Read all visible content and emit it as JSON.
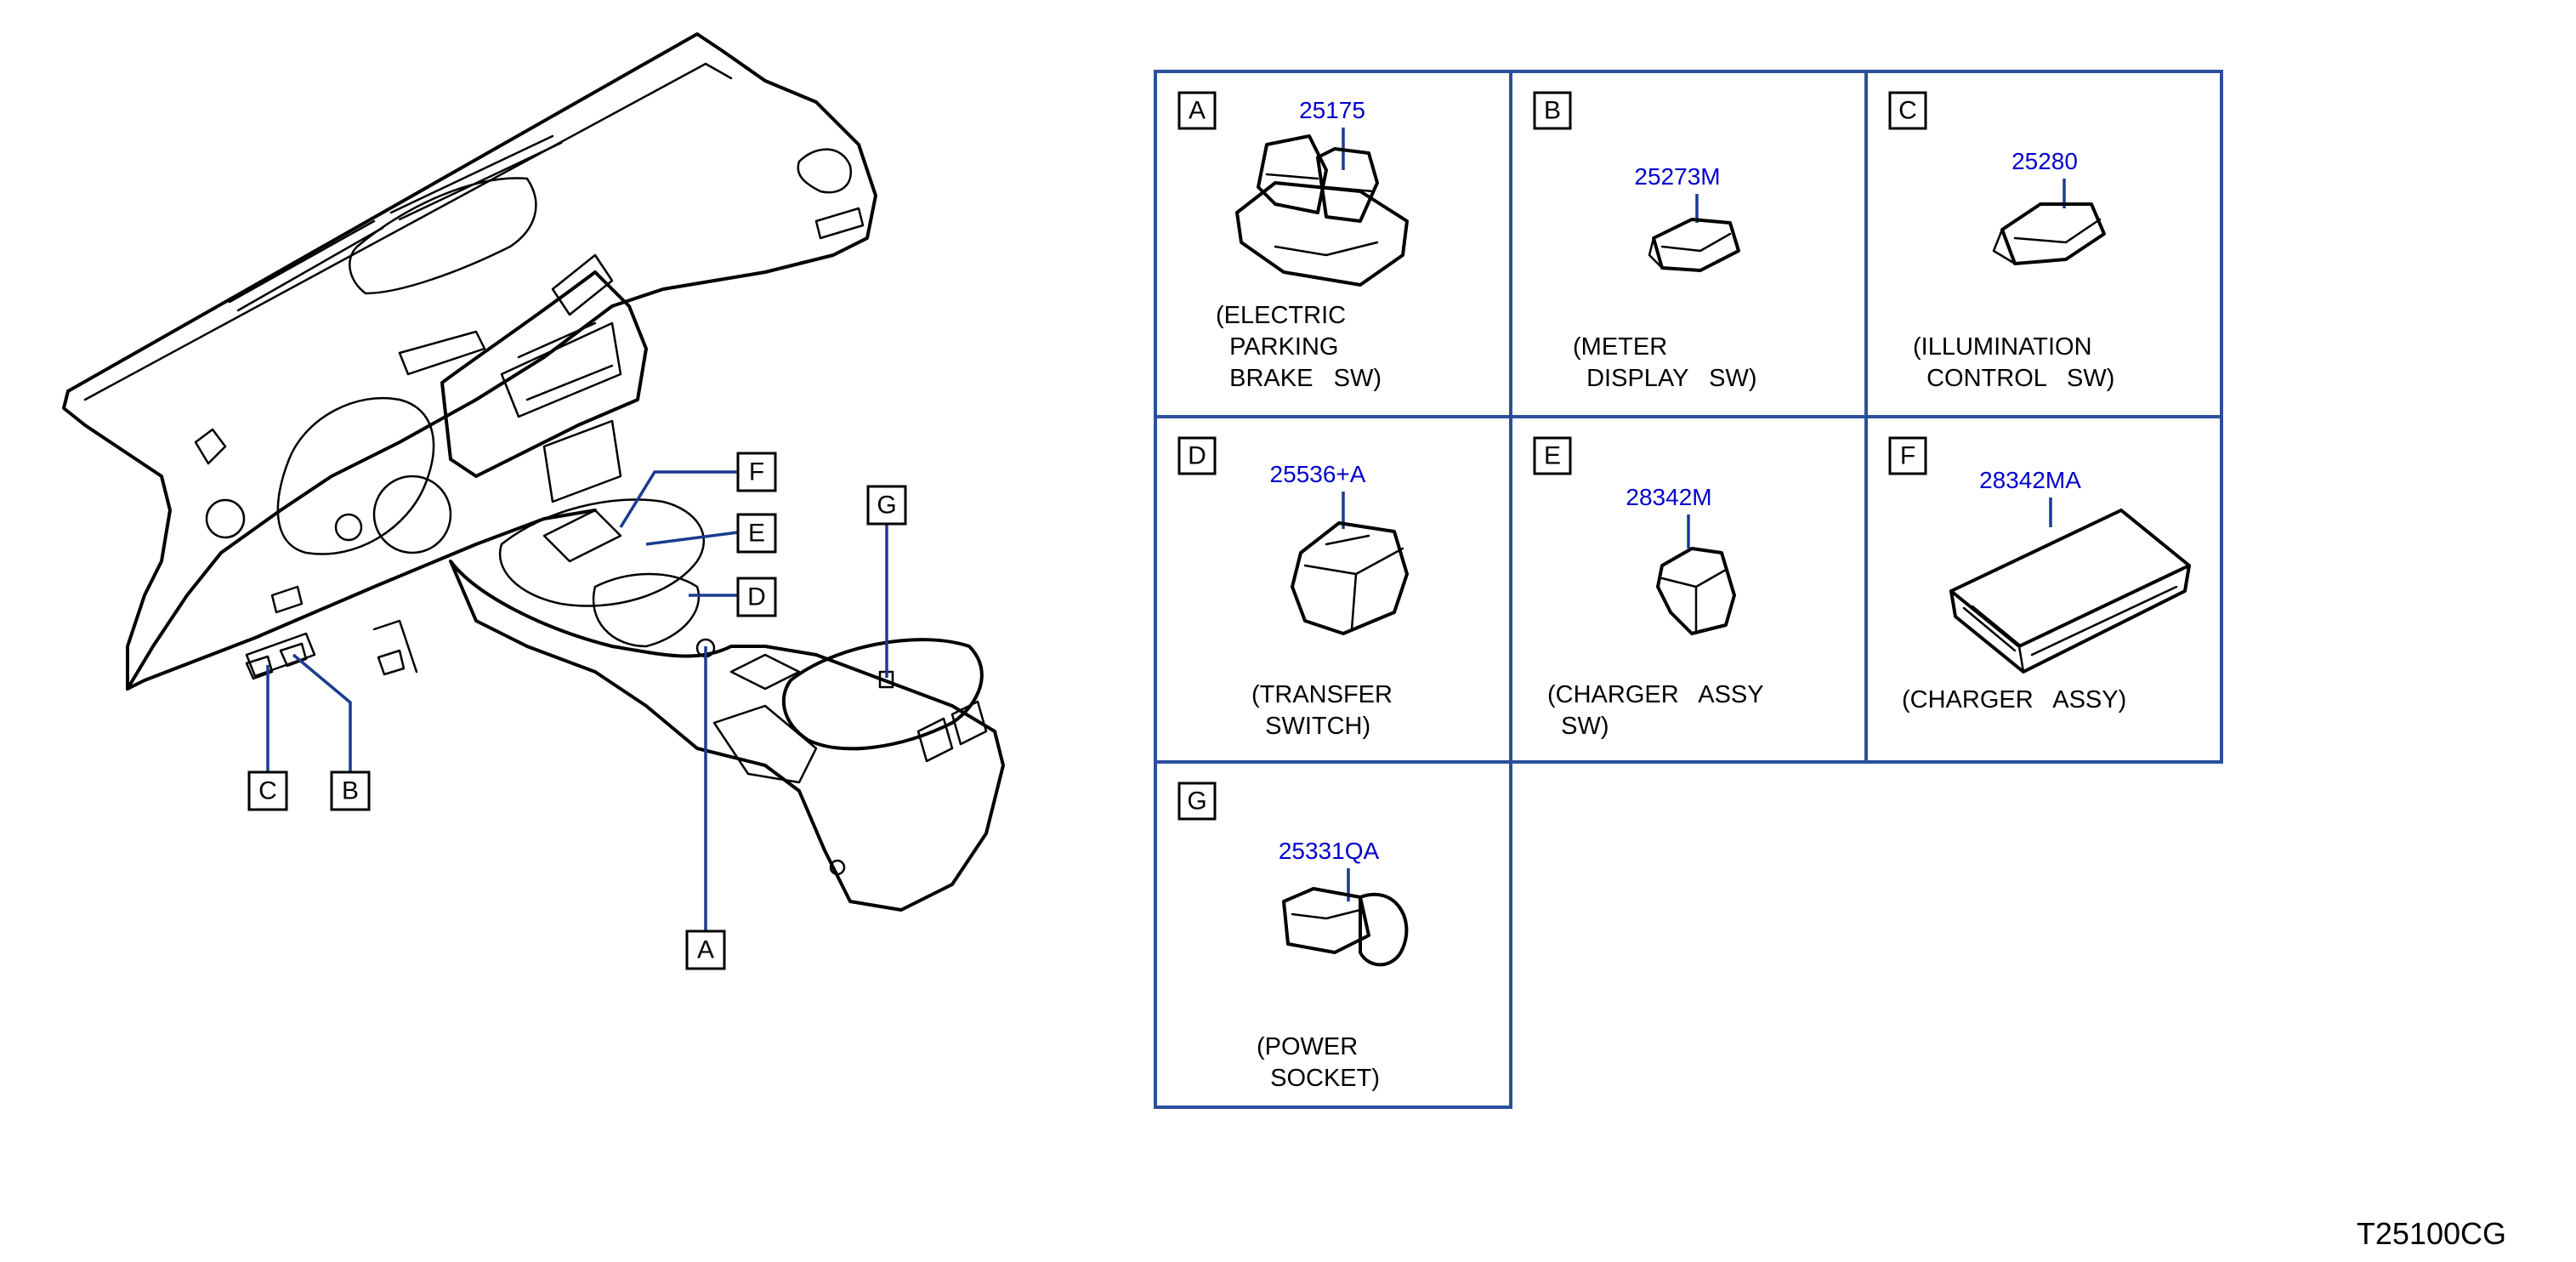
{
  "diagram_code": "T25100CG",
  "callouts": [
    {
      "letter": "A"
    },
    {
      "letter": "B"
    },
    {
      "letter": "C"
    },
    {
      "letter": "D"
    },
    {
      "letter": "E"
    },
    {
      "letter": "F"
    },
    {
      "letter": "G"
    }
  ],
  "cells": [
    {
      "letter": "A",
      "part_no": "25175",
      "desc": [
        "(ELECTRIC",
        "  PARKING",
        "  BRAKE   SW)"
      ]
    },
    {
      "letter": "B",
      "part_no": "25273M",
      "desc": [
        "(METER",
        "  DISPLAY   SW)"
      ]
    },
    {
      "letter": "C",
      "part_no": "25280",
      "desc": [
        "(ILLUMINATION",
        "  CONTROL   SW)"
      ]
    },
    {
      "letter": "D",
      "part_no": "25536+A",
      "desc": [
        "(TRANSFER",
        "  SWITCH)"
      ]
    },
    {
      "letter": "E",
      "part_no": "28342M",
      "desc": [
        "(CHARGER   ASSY",
        "  SW)"
      ]
    },
    {
      "letter": "F",
      "part_no": "28342MA",
      "desc": [
        "(CHARGER   ASSY)"
      ]
    },
    {
      "letter": "G",
      "part_no": "25331QA",
      "desc": [
        "(POWER",
        "  SOCKET)"
      ]
    }
  ],
  "colors": {
    "grid": "#2a4f9c",
    "part_number": "#0000cc",
    "leader": "#1a3c8f"
  }
}
